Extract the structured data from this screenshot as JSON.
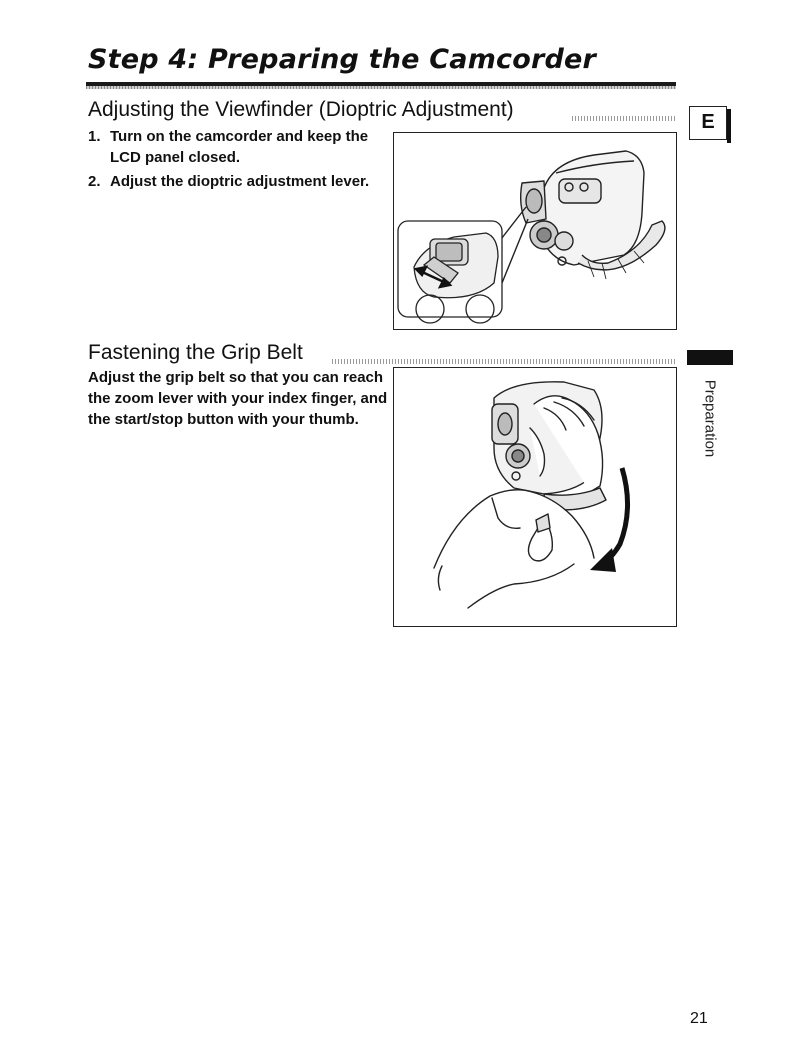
{
  "header": {
    "title": "Step 4: Preparing the Camcorder"
  },
  "viewfinder": {
    "heading": "Adjusting the Viewfinder (Dioptric Adjustment)",
    "steps": [
      {
        "number": "1.",
        "text": "Turn on the camcorder and keep the LCD panel closed."
      },
      {
        "number": "2.",
        "text": "Adjust the dioptric adjustment lever."
      }
    ]
  },
  "grip": {
    "heading": "Fastening the Grip Belt",
    "text": "Adjust the grip belt so that you can reach the zoom lever with your index finger, and the start/stop button with your thumb."
  },
  "sidebar": {
    "language_label": "E",
    "section_label": "Preparation"
  },
  "footer": {
    "page_number": "21"
  }
}
